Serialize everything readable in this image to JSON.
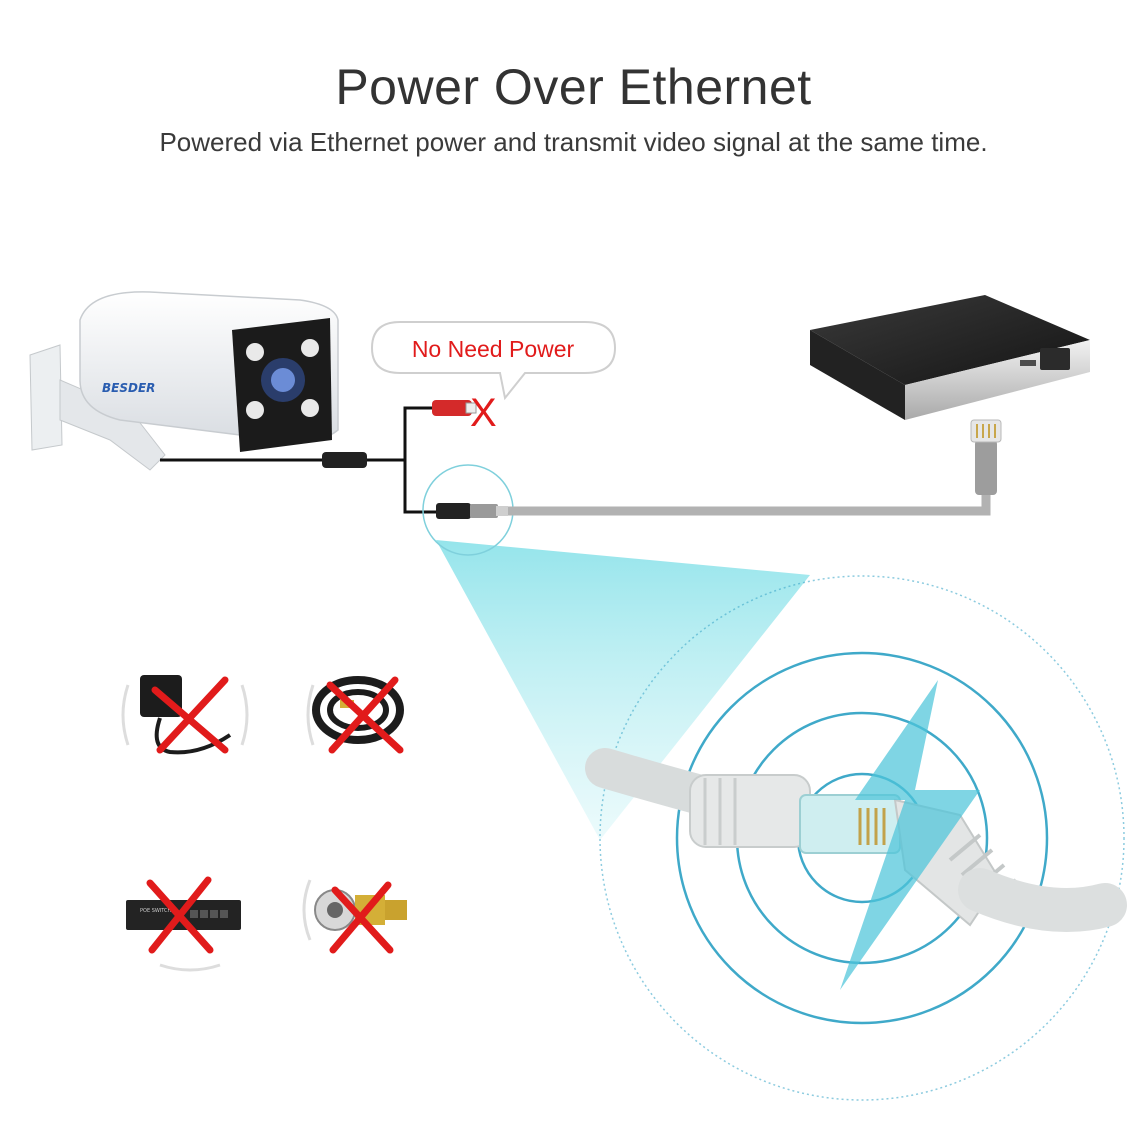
{
  "header": {
    "title": "Power Over Ethernet",
    "subtitle": "Powered via Ethernet power and transmit video signal at the same time."
  },
  "callout": {
    "text": "No Need Power",
    "mark": "X"
  },
  "camera": {
    "brand": "BESDER"
  },
  "poe_switch_icon": {
    "label": "POE SWITCH"
  },
  "colors": {
    "accent_red": "#e11b1b",
    "cyan_beam": "#7fdde6",
    "ring_blue": "#3fa9c9"
  },
  "icons": [
    "camera-icon",
    "nvr-recorder-icon",
    "ethernet-plug-icon",
    "power-adapter-crossed-icon",
    "coax-cable-crossed-icon",
    "poe-switch-crossed-icon",
    "bnc-connector-crossed-icon",
    "lightning-bolt-icon"
  ]
}
